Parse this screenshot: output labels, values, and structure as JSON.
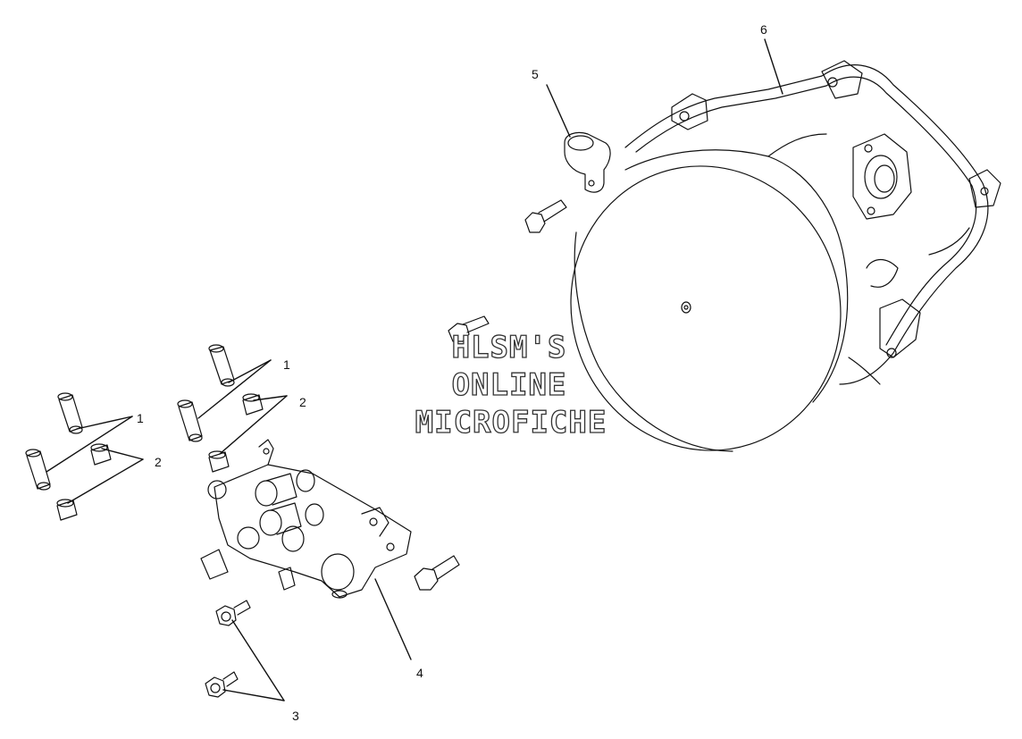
{
  "callouts": {
    "c1a": "1",
    "c1b": "1",
    "c2a": "2",
    "c2b": "2",
    "c3": "3",
    "c4": "4",
    "c5": "5",
    "c6": "6"
  },
  "watermark": {
    "line1": "HLSM'S",
    "line2": "ONLINE",
    "line3": "MICROFICHE"
  }
}
